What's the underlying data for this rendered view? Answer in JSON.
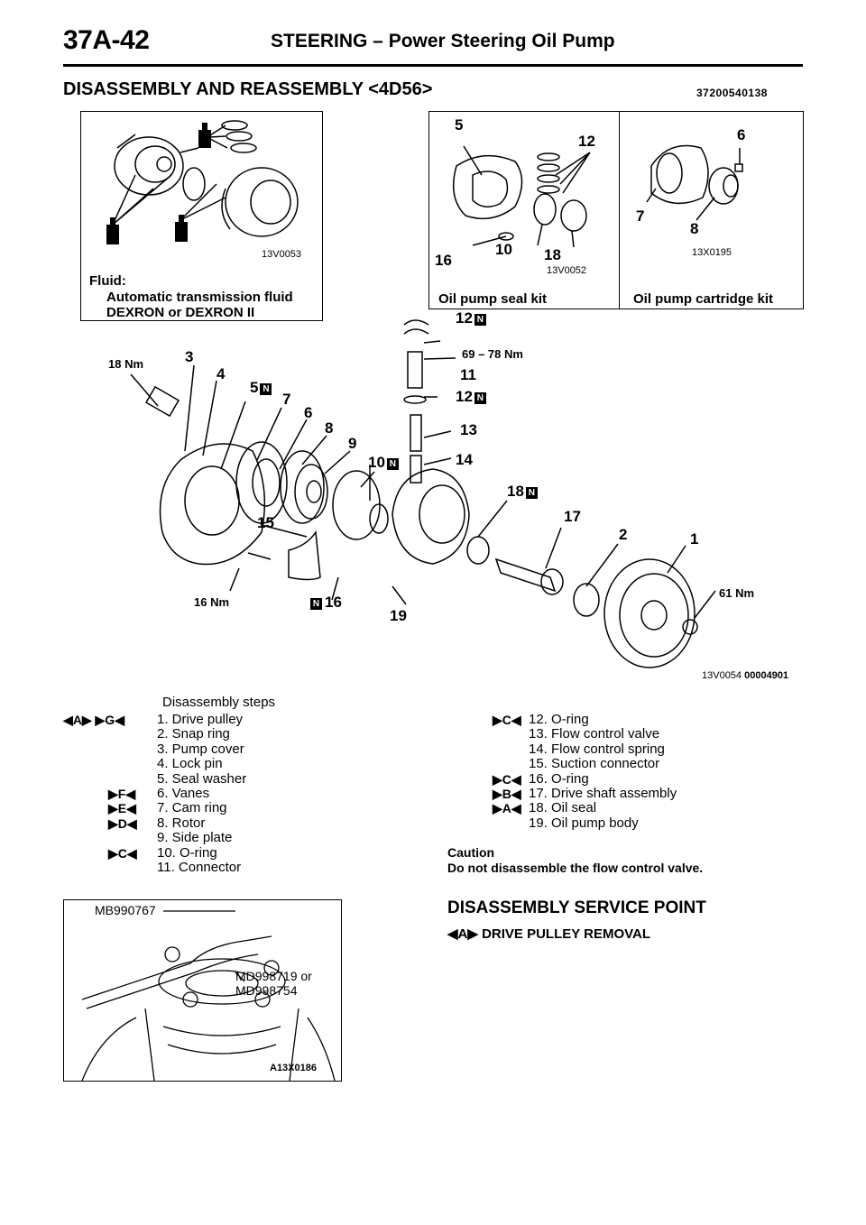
{
  "header": {
    "page_number": "37A-42",
    "title": "STEERING – Power Steering Oil Pump"
  },
  "section": {
    "title": "DISASSEMBLY AND REASSEMBLY <4D56>",
    "code": "37200540138"
  },
  "fluid_box": {
    "image_code": "13V0053",
    "fluid_label": "Fluid:",
    "fluid_line1": "Automatic transmission fluid",
    "fluid_line2": "DEXRON or DEXRON II"
  },
  "seal_kit_box": {
    "numbers": [
      "5",
      "12",
      "16",
      "10",
      "18"
    ],
    "image_code": "13V0052",
    "caption": "Oil pump seal kit"
  },
  "cartridge_kit_box": {
    "numbers": [
      "6",
      "7",
      "8"
    ],
    "image_code": "13X0195",
    "caption": "Oil pump cartridge kit"
  },
  "main_diagram": {
    "callouts": {
      "c12a": "12",
      "c69": "69 – 78 Nm",
      "c11": "11",
      "c12b": "12",
      "c13": "13",
      "c14": "14",
      "c18nm": "18 Nm",
      "c3": "3",
      "c4": "4",
      "c5": "5",
      "c7": "7",
      "c6": "6",
      "c8": "8",
      "c9": "9",
      "c10": "10",
      "c18": "18",
      "c17": "17",
      "c2": "2",
      "c1": "1",
      "c15": "15",
      "c16nm": "16 Nm",
      "c16": "16",
      "c19": "19",
      "c61": "61 Nm"
    },
    "n_mark": "N",
    "image_code": "13V0054",
    "image_code2": "00004901"
  },
  "disassembly_steps": {
    "heading": "Disassembly steps",
    "left": [
      {
        "marks": "◀A▶  ▶G◀",
        "text": "1. Drive pulley"
      },
      {
        "marks": "",
        "text": "2. Snap ring"
      },
      {
        "marks": "",
        "text": "3. Pump cover"
      },
      {
        "marks": "",
        "text": "4. Lock pin"
      },
      {
        "marks": "",
        "text": "5. Seal washer"
      },
      {
        "marks": "▶F◀",
        "text": "6. Vanes"
      },
      {
        "marks": "▶E◀",
        "text": "7. Cam ring"
      },
      {
        "marks": "▶D◀",
        "text": "8. Rotor"
      },
      {
        "marks": "",
        "text": "9. Side plate"
      },
      {
        "marks": "▶C◀",
        "text": "10. O-ring"
      },
      {
        "marks": "",
        "text": "11. Connector"
      }
    ],
    "right": [
      {
        "marks": "▶C◀",
        "text": "12. O-ring"
      },
      {
        "marks": "",
        "text": "13. Flow control valve"
      },
      {
        "marks": "",
        "text": "14. Flow control spring"
      },
      {
        "marks": "",
        "text": "15. Suction connector"
      },
      {
        "marks": "▶C◀",
        "text": "16. O-ring"
      },
      {
        "marks": "▶B◀",
        "text": "17. Drive shaft assembly"
      },
      {
        "marks": "▶A◀",
        "text": "18. Oil seal"
      },
      {
        "marks": "",
        "text": "19. Oil pump body"
      }
    ],
    "caution_label": "Caution",
    "caution_text": "Do not disassemble the flow control valve."
  },
  "tool_figure": {
    "tool1": "MB990767",
    "tool2_line1": "MD998719 or",
    "tool2_line2": "MD998754",
    "image_code": "A13X0186"
  },
  "service_point": {
    "title": "DISASSEMBLY SERVICE POINT",
    "mark": "◀A▶",
    "subtitle": "DRIVE PULLEY REMOVAL"
  }
}
